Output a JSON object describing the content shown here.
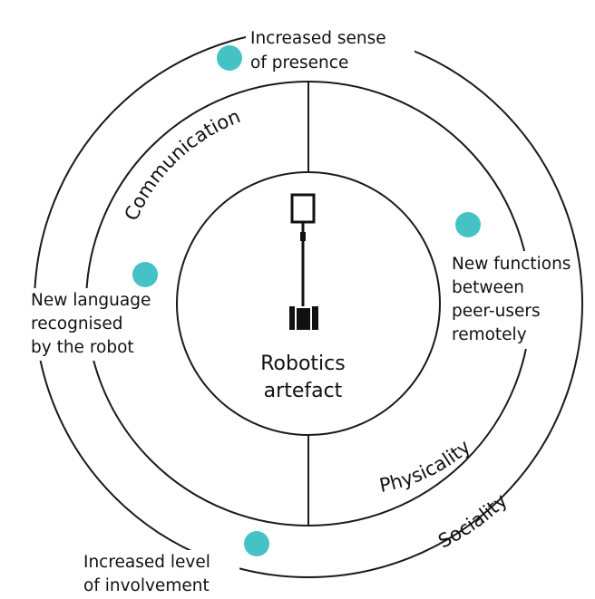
{
  "diagram": {
    "center": {
      "title_lines": [
        "Robotics",
        "artefact"
      ],
      "icon": "telepresence-robot-icon"
    },
    "rings": {
      "communication": "Communication",
      "physicality": "Physicality",
      "sociality": "Sociality"
    },
    "outcomes": [
      {
        "lines": [
          "Increased sense",
          "of presence"
        ]
      },
      {
        "lines": [
          "New functions",
          "between",
          "peer-users",
          "remotely"
        ]
      },
      {
        "lines": [
          "New language",
          "recognised",
          "by the robot"
        ]
      },
      {
        "lines": [
          "Increased level",
          "of involvement"
        ]
      }
    ],
    "colors": {
      "line": "#1a1a1a",
      "marker": "#45c2c5",
      "background": "#ffffff"
    }
  }
}
